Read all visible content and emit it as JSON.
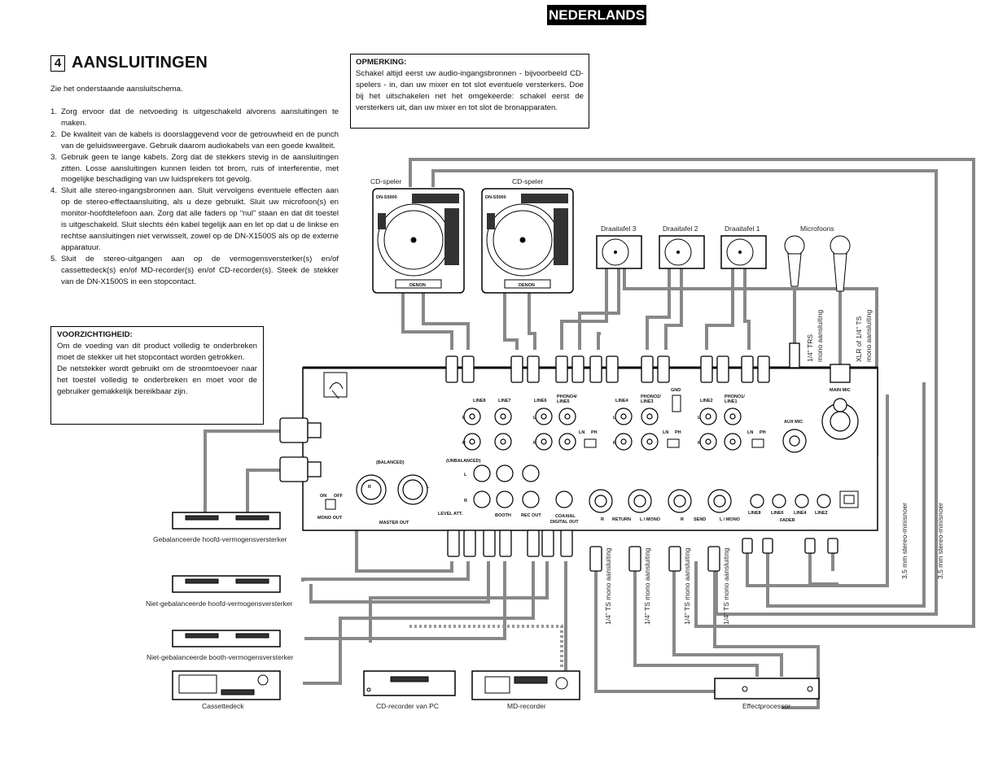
{
  "header": {
    "language_tab": "NEDERLANDS"
  },
  "section": {
    "number": "4",
    "title": "AANSLUITINGEN"
  },
  "intro": "Zie het onderstaande aansluitschema.",
  "steps": [
    {
      "n": "1.",
      "text": "Zorg ervoor dat de netvoeding is uitgeschakeld alvorens aansluitingen te maken."
    },
    {
      "n": "2.",
      "text": "De kwaliteit van de kabels is doorslaggevend voor de getrouwheid en de punch van de geluidsweergave. Gebruik daarom audiokabels van een goede kwaliteit."
    },
    {
      "n": "3.",
      "text": "Gebruik geen te lange kabels. Zorg dat de stekkers stevig in de aansluitingen zitten. Losse aansluitingen kunnen leiden tot brom, ruis of interferentie, met mogelijke beschadiging van uw luidsprekers tot gevolg."
    },
    {
      "n": "4.",
      "text": "Sluit alle stereo-ingangsbronnen aan. Sluit vervolgens eventuele effecten aan op de stereo-effectaansluiting, als u deze gebruikt. Sluit uw microfoon(s) en monitor-hoofdtelefoon aan. Zorg dat alle faders op “nul” staan en dat dit toestel is uitgeschakeld. Sluit slechts één kabel tegelijk aan en let op dat u de linkse en rechtse aansluitingen niet verwisselt, zowel op de DN-X1500S als op de externe apparatuur."
    },
    {
      "n": "5.",
      "text": "Sluit de stereo-uitgangen aan op de vermogensversterker(s) en/of cassettedeck(s) en/of MD-recorder(s) en/of CD-recorder(s). Steek de stekker van de DN-X1500S in een stopcontact."
    }
  ],
  "note": {
    "heading": "OPMERKING:",
    "text": "Schakel altijd eerst uw audio-ingangsbronnen - bijvoorbeeld CD-spelers - in, dan uw mixer en tot slot eventuele versterkers. Doe bij het uitschakelen net het omgekeerde: schakel eerst de versterkers uit, dan uw mixer en tot slot de bronapparaten."
  },
  "caution": {
    "heading": "VOORZICHTIGHEID:",
    "text": "Om de voeding van dit product volledig te onderbreken moet de stekker uit het stopcontact worden getrokken.\nDe netstekker wordt gebruikt om de stroomtoevoer naar het toestel volledig te onderbreken en moet voor de gebruiker gemakkelijk bereikbaar zijn."
  },
  "diagram": {
    "devices": {
      "cd_player_1": "CD-speler",
      "cd_player_2": "CD-speler",
      "cd_brand": "DENON",
      "cd_model": "DN-S5000",
      "turntable_3": "Draaitafel 3",
      "turntable_2": "Draaitafel 2",
      "turntable_1": "Draaitafel 1",
      "microphones": "Microfoons",
      "amp_balanced": "Gebalanceerde hoofd-vermogensversterker",
      "amp_unbalanced": "Niet-gebalanceerde hoofd-vermogensversterker",
      "amp_booth": "Niet-gebalanceerde booth-vermogensversterker",
      "cassette": "Cassettedeck",
      "cd_recorder": "CD-recorder van PC",
      "md_recorder": "MD-recorder",
      "effect": "Effectprocessor"
    },
    "cable_labels": {
      "trs": "1/4\" TRS",
      "mono_conn": "mono aansluiting",
      "xlr": "XLR of 1/4\" TS",
      "ts_mono": "1/4\" TS mono aansluiting",
      "minijack": "3,5 mm stereo-minisnoer"
    },
    "panel": {
      "line8": "LINE8",
      "line7": "LINE7",
      "line6": "LINE6",
      "phono4": "PHONO4/",
      "line5": "LINE5",
      "line4": "LINE4",
      "phono2": "PHONO2/",
      "line3": "LINE3",
      "line2": "LINE2",
      "phono1": "PHONO1/",
      "line1": "LINE1",
      "gnd": "GND",
      "aux_mic": "AUX MIC",
      "main_mic": "MAIN MIC",
      "ln": "LN",
      "ph": "PH",
      "l": "L",
      "r": "R",
      "balanced": "(BALANCED)",
      "unbalanced": "(UNBALANCED)",
      "on": "ON",
      "off": "OFF",
      "mono_out": "MONO OUT",
      "master_out": "MASTER OUT",
      "level_att": "LEVEL ATT.",
      "booth": "BOOTH",
      "rec_out": "REC OUT",
      "coaxial": "COAXIAL",
      "digital_out": "DIGITAL OUT",
      "return": "RETURN",
      "send": "SEND",
      "l_mono": "L / MONO",
      "line8_f": "LINE8",
      "line6_f": "LINE6",
      "line4_f": "LINE4",
      "line2_f": "LINE2",
      "fader": "FADER"
    }
  }
}
